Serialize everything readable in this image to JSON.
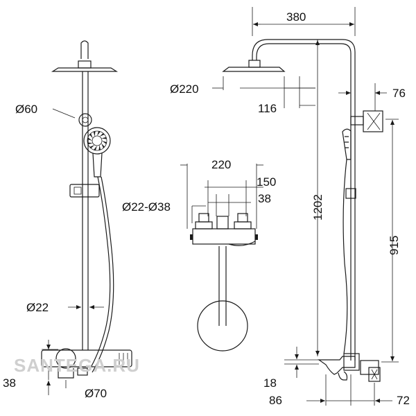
{
  "dimensions": {
    "d60": "Ø60",
    "d22": "Ø22",
    "d70": "Ø70",
    "left_38": "38",
    "d220": "Ø220",
    "d116": "116",
    "w220": "220",
    "w150": "150",
    "w38": "38",
    "d22_38": "Ø22-Ø38",
    "top_380": "380",
    "r76": "76",
    "h1202": "1202",
    "h915": "915",
    "h18": "18",
    "b86": "86",
    "b72": "72"
  },
  "watermark": "SANTEGA.RU"
}
